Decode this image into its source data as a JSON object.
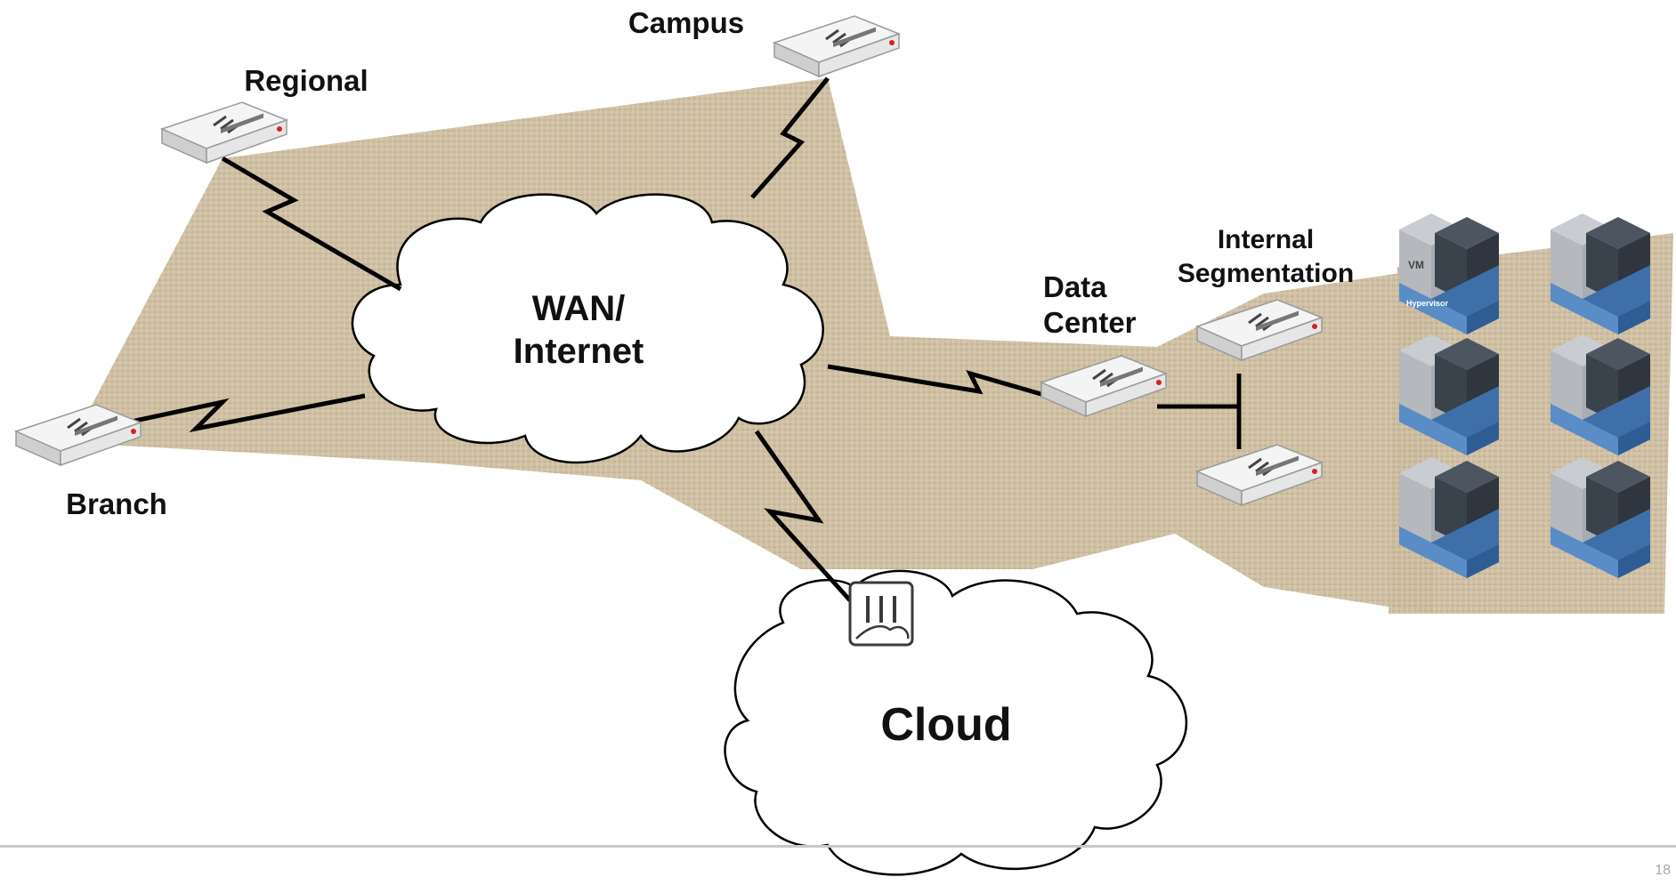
{
  "diagram": {
    "nodes": {
      "campus": "Campus",
      "regional": "Regional",
      "branch": "Branch",
      "wan_line1": "WAN/",
      "wan_line2": "Internet",
      "data_center_line1": "Data",
      "data_center_line2": "Center",
      "internal_seg_line1": "Internal",
      "internal_seg_line2": "Segmentation",
      "cloud": "Cloud"
    },
    "server_badges": {
      "vm": "VM",
      "hypervisor": "Hypervisor"
    }
  },
  "footer": {
    "page_number": "18"
  },
  "colors": {
    "fabric": "#cbbb9e",
    "server_blue": "#4a7db5",
    "server_dark": "#3d4550",
    "server_grey": "#b9bcc1"
  }
}
